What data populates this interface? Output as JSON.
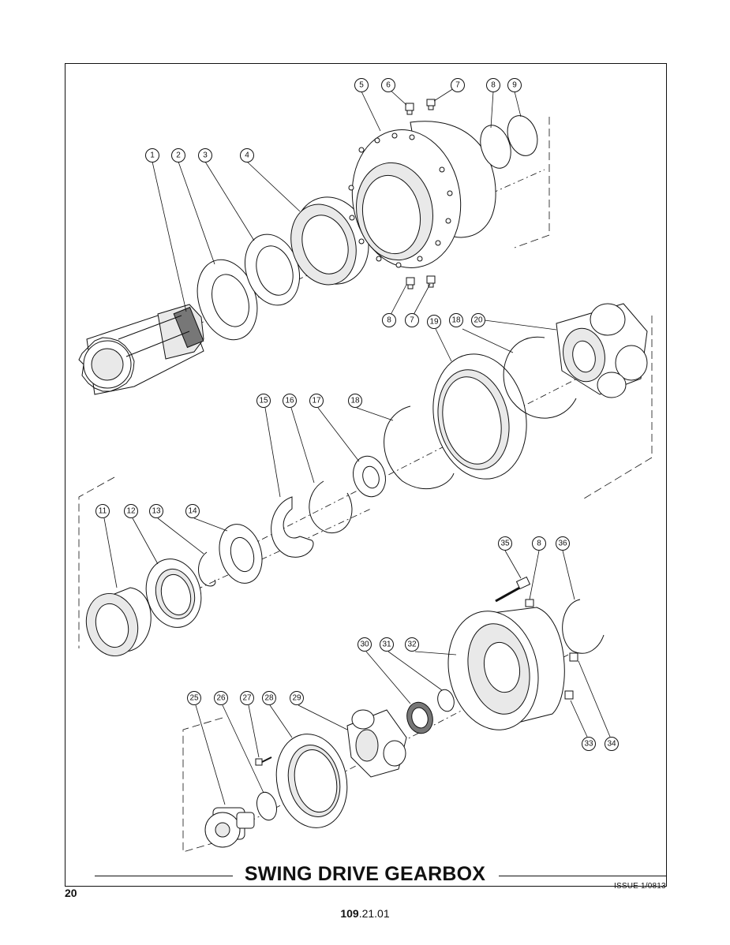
{
  "title": "SWING DRIVE GEARBOX",
  "page_number": "20",
  "issue": "ISSUE 1/0813",
  "doc_code": {
    "bold": "109",
    "rest": ".21.01"
  },
  "callouts": [
    {
      "label": "1"
    },
    {
      "label": "2"
    },
    {
      "label": "3"
    },
    {
      "label": "4"
    },
    {
      "label": "5"
    },
    {
      "label": "6"
    },
    {
      "label": "7"
    },
    {
      "label": "8"
    },
    {
      "label": "9"
    },
    {
      "label": "8"
    },
    {
      "label": "7"
    },
    {
      "label": "19"
    },
    {
      "label": "18"
    },
    {
      "label": "20"
    },
    {
      "label": "15"
    },
    {
      "label": "16"
    },
    {
      "label": "17"
    },
    {
      "label": "18"
    },
    {
      "label": "11"
    },
    {
      "label": "12"
    },
    {
      "label": "13"
    },
    {
      "label": "14"
    },
    {
      "label": "35"
    },
    {
      "label": "8"
    },
    {
      "label": "36"
    },
    {
      "label": "30"
    },
    {
      "label": "31"
    },
    {
      "label": "32"
    },
    {
      "label": "25"
    },
    {
      "label": "26"
    },
    {
      "label": "27"
    },
    {
      "label": "28"
    },
    {
      "label": "29"
    },
    {
      "label": "33"
    },
    {
      "label": "34"
    }
  ]
}
